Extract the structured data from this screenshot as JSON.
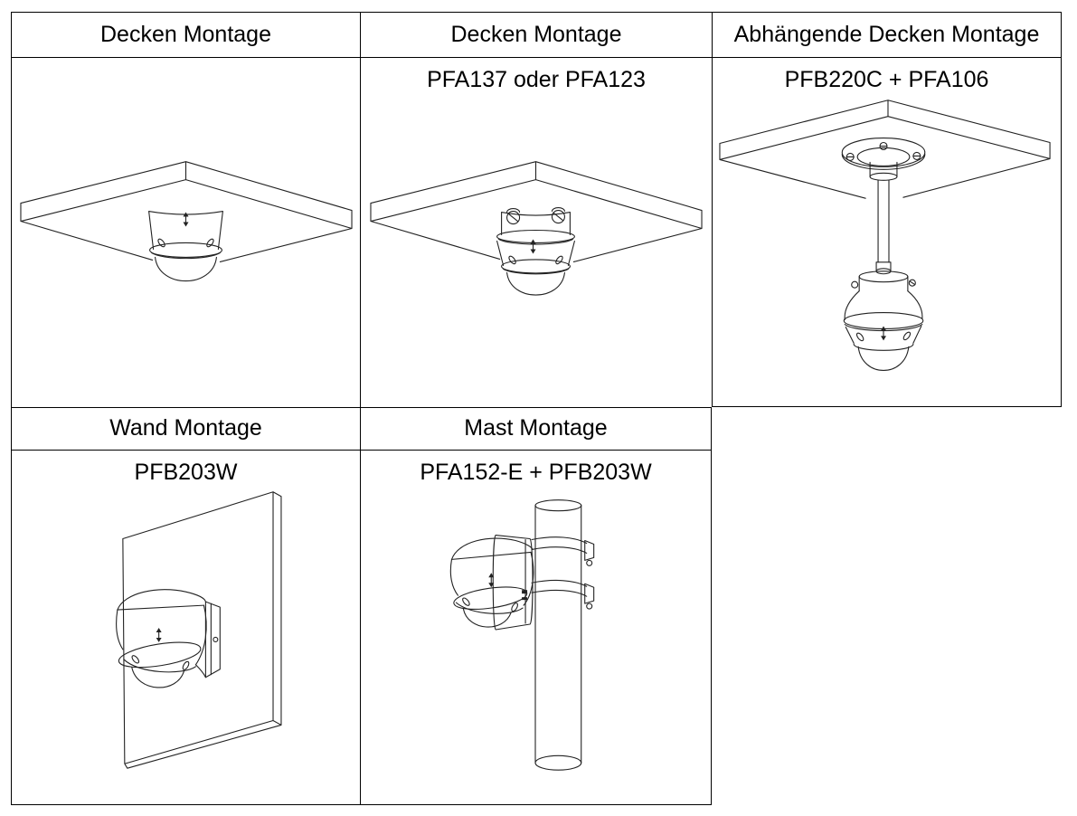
{
  "page": {
    "background": "#ffffff",
    "table_border_color": "#000000",
    "text_color": "#000000",
    "line_art_color": "#222222"
  },
  "cells": {
    "ceiling_basic": {
      "header": "Decken Montage",
      "illustration": "ceiling-panel-with-mini-dome-camera"
    },
    "ceiling_adapter": {
      "header": "Decken Montage",
      "product": "PFA137 oder PFA123",
      "illustration": "ceiling-panel-with-adapter-mounted-dome-camera"
    },
    "pendant": {
      "header": "Abhängende Decken Montage",
      "product": "PFB220C + PFA106",
      "illustration": "ceiling-pendant-pole-with-dome-camera"
    },
    "wall": {
      "header": "Wand Montage",
      "product": "PFB203W",
      "illustration": "wall-with-bracket-mounted-dome-camera"
    },
    "mast": {
      "header": "Mast Montage",
      "product": "PFA152-E + PFB203W",
      "illustration": "pole-with-strap-bracket-mounted-dome-camera"
    }
  }
}
